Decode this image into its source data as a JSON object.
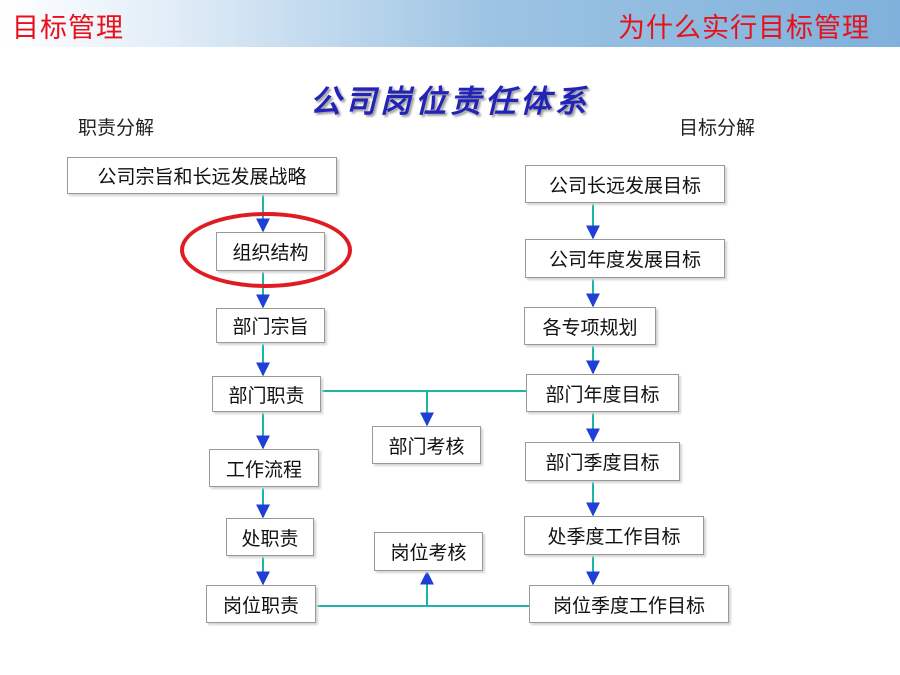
{
  "header": {
    "left_title": "目标管理",
    "right_title": "为什么实行目标管理"
  },
  "diagram": {
    "title": "公司岗位责任体系",
    "left_heading": "职责分解",
    "right_heading": "目标分解",
    "left_column": [
      "公司宗旨和长远发展战略",
      "组织结构",
      "部门宗旨",
      "部门职责",
      "工作流程",
      "处职责",
      "岗位职责"
    ],
    "right_column": [
      "公司长远发展目标",
      "公司年度发展目标",
      "各专项规划",
      "部门年度目标",
      "部门季度目标",
      "处季度工作目标",
      "岗位季度工作目标"
    ],
    "middle": {
      "dept_assessment": "部门考核",
      "post_assessment": "岗位考核"
    },
    "highlighted_item": "组织结构",
    "colors": {
      "title": "#2323b8",
      "header_text": "#e8101a",
      "connector_line": "#1cb6a8",
      "arrow_head": "#1f3fd6",
      "highlight_ring": "#e11b22"
    }
  }
}
